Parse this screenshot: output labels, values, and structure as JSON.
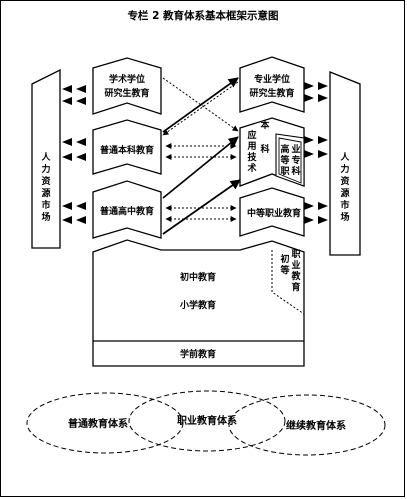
{
  "title": "专栏 2  教育体系基本框架示意图",
  "left_market": [
    "人",
    "力",
    "资",
    "源",
    "市",
    "场"
  ],
  "right_market": [
    "人",
    "力",
    "资",
    "源",
    "市",
    "场"
  ],
  "academic_degree": [
    "学术学位",
    "研究生教育"
  ],
  "professional_degree": [
    "专业学位",
    "研究生教育"
  ],
  "general_undergrad": "普通本科教育",
  "applied_tech": [
    "应",
    "用",
    "技",
    "术"
  ],
  "benke": [
    "本",
    "科"
  ],
  "higher_voc_1": [
    "高",
    "等",
    "职"
  ],
  "higher_voc_2": [
    "业",
    "专",
    "科"
  ],
  "general_high": "普通高中教育",
  "secondary_voc": "中等职业教育",
  "junior_high": "初中教育",
  "primary": "小学教育",
  "junior_voc_1": [
    "初",
    "等"
  ],
  "junior_voc_2": [
    "职",
    "业",
    "教",
    "育"
  ],
  "preschool": "学前教育",
  "ellipses": [
    "普通教育体系",
    "职业教育体系",
    "继续教育体系"
  ]
}
